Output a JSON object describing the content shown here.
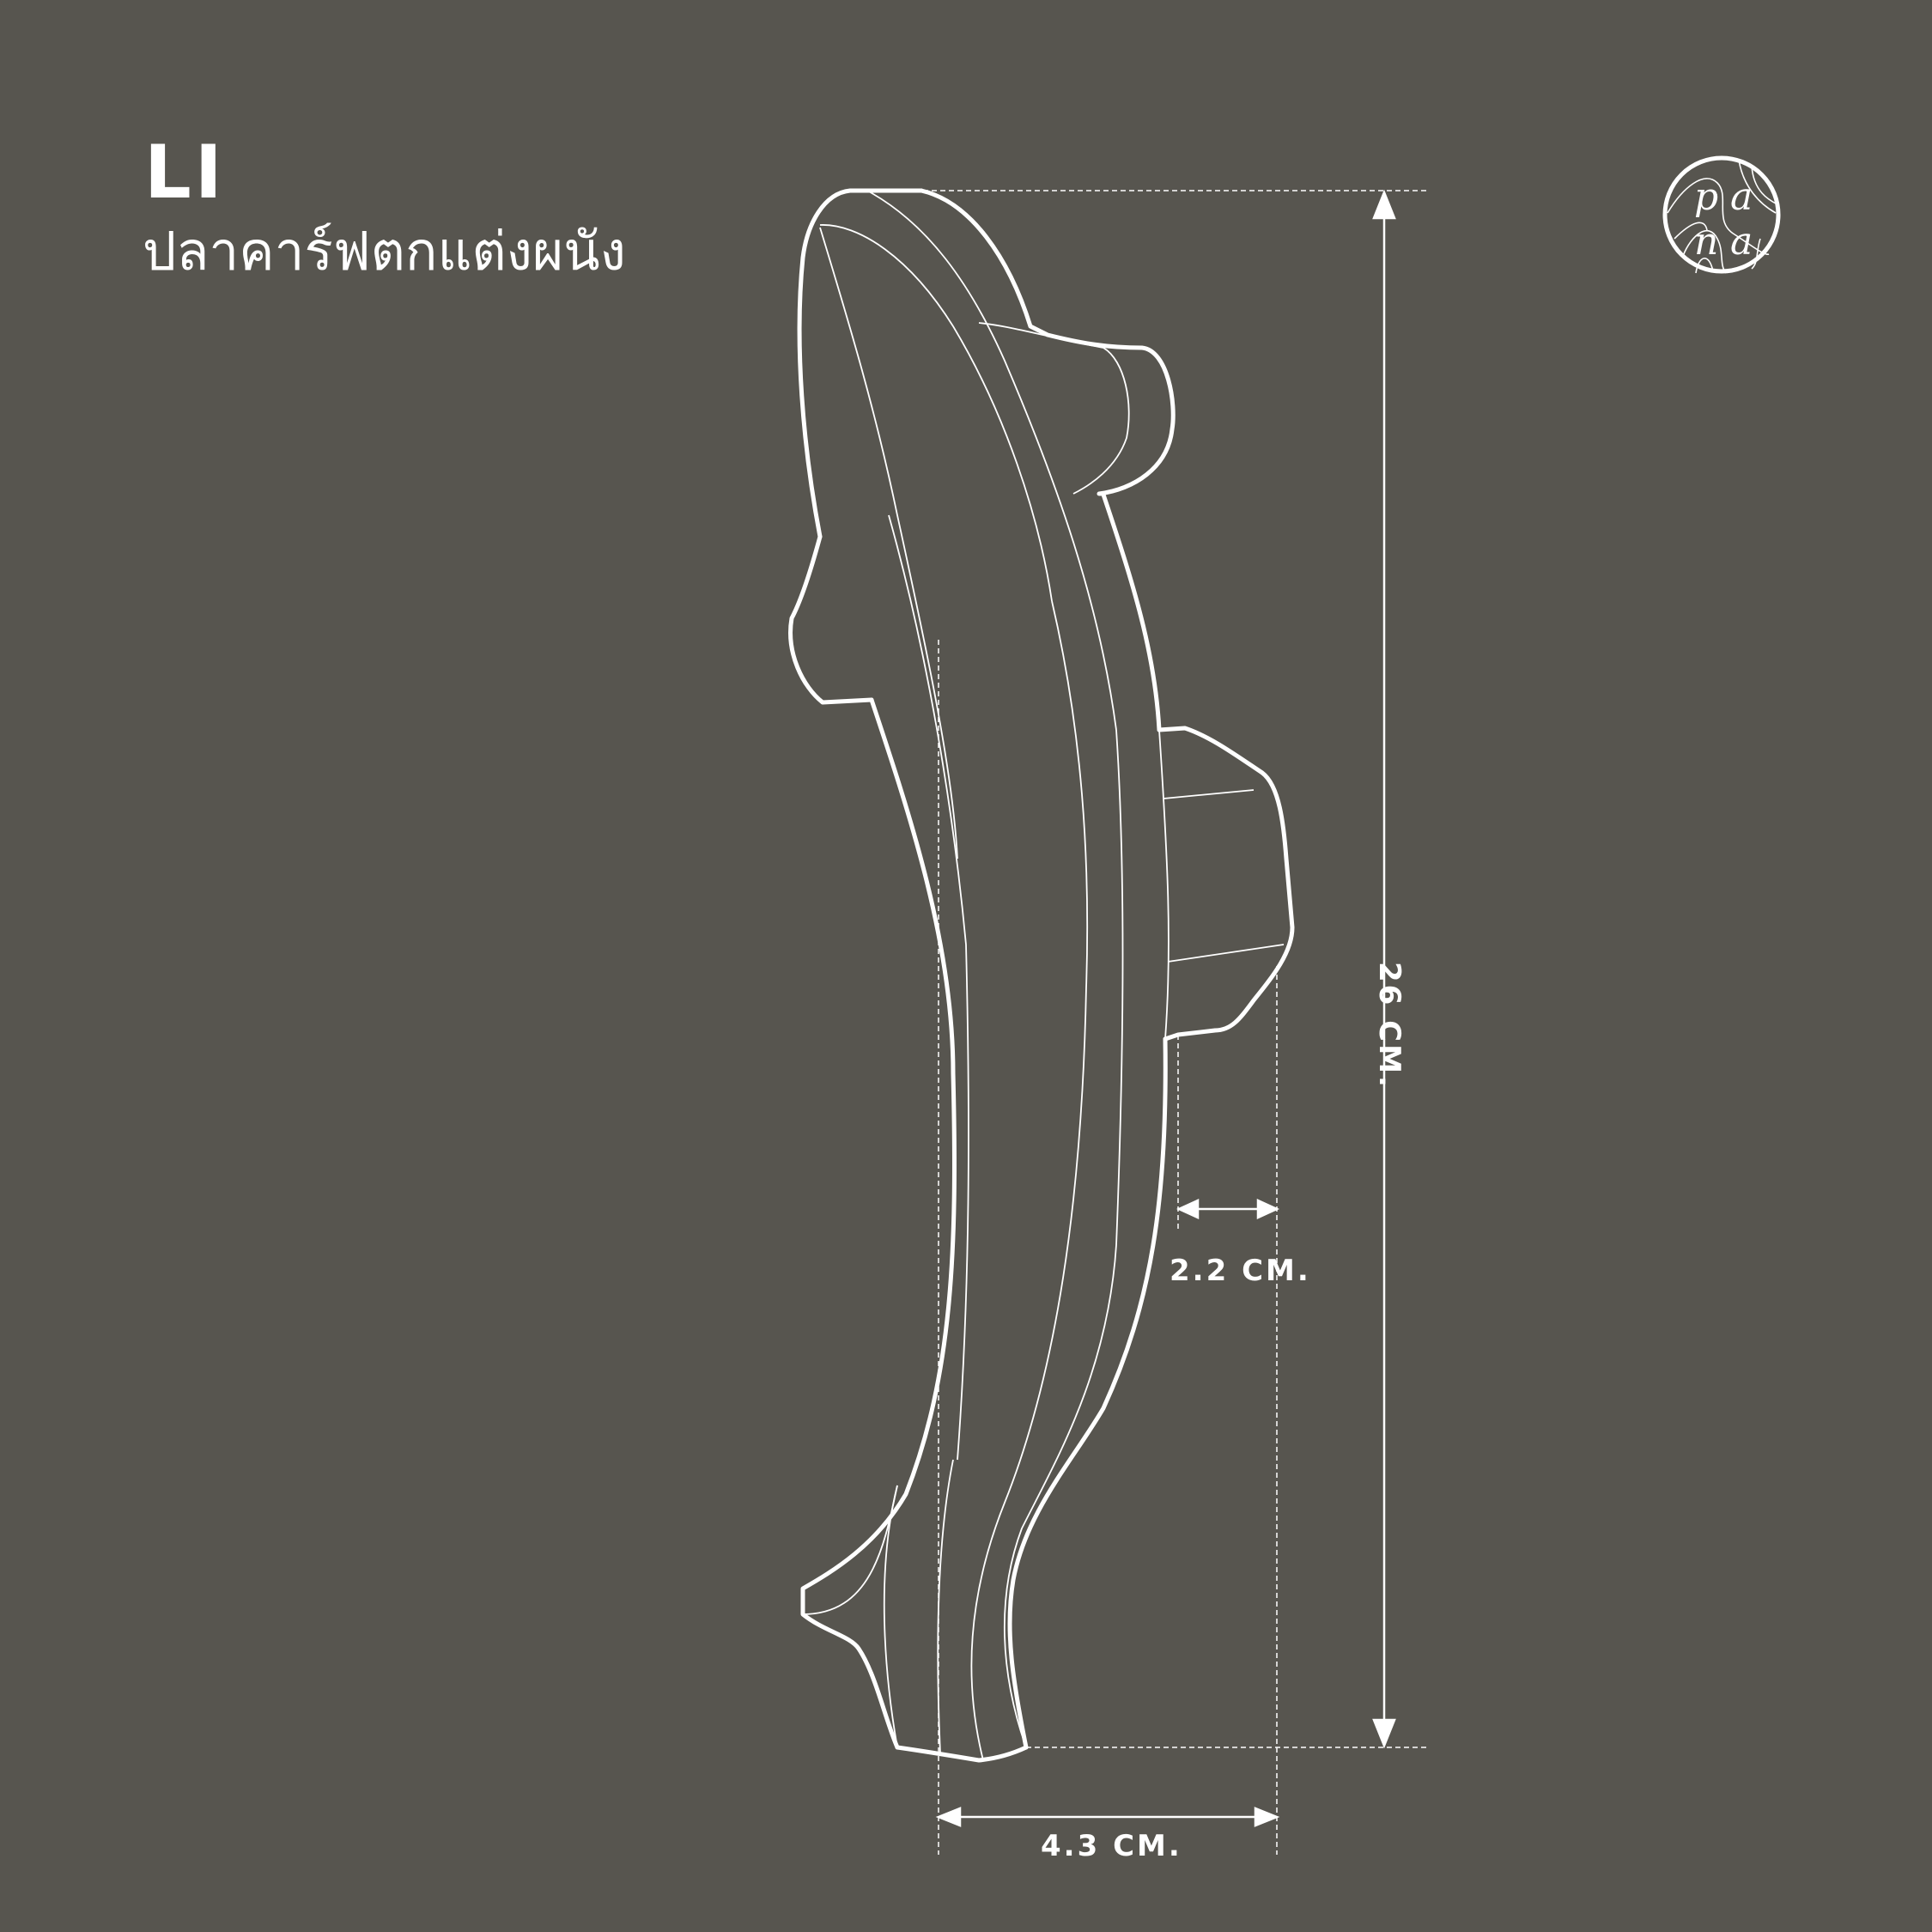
{
  "header": {
    "title": "LI",
    "subtitle": "ปลาคาร์ฟตกแต่งผนัง"
  },
  "logo": {
    "letters": [
      "p",
      "a",
      "n",
      "a"
    ],
    "icon": "wood-grain-circle-logo"
  },
  "dimensions": {
    "height": "26 CM.",
    "depth": "2.2 CM.",
    "width": "4.3 CM."
  },
  "colors": {
    "background": "#57554f",
    "line": "#ffffff"
  }
}
